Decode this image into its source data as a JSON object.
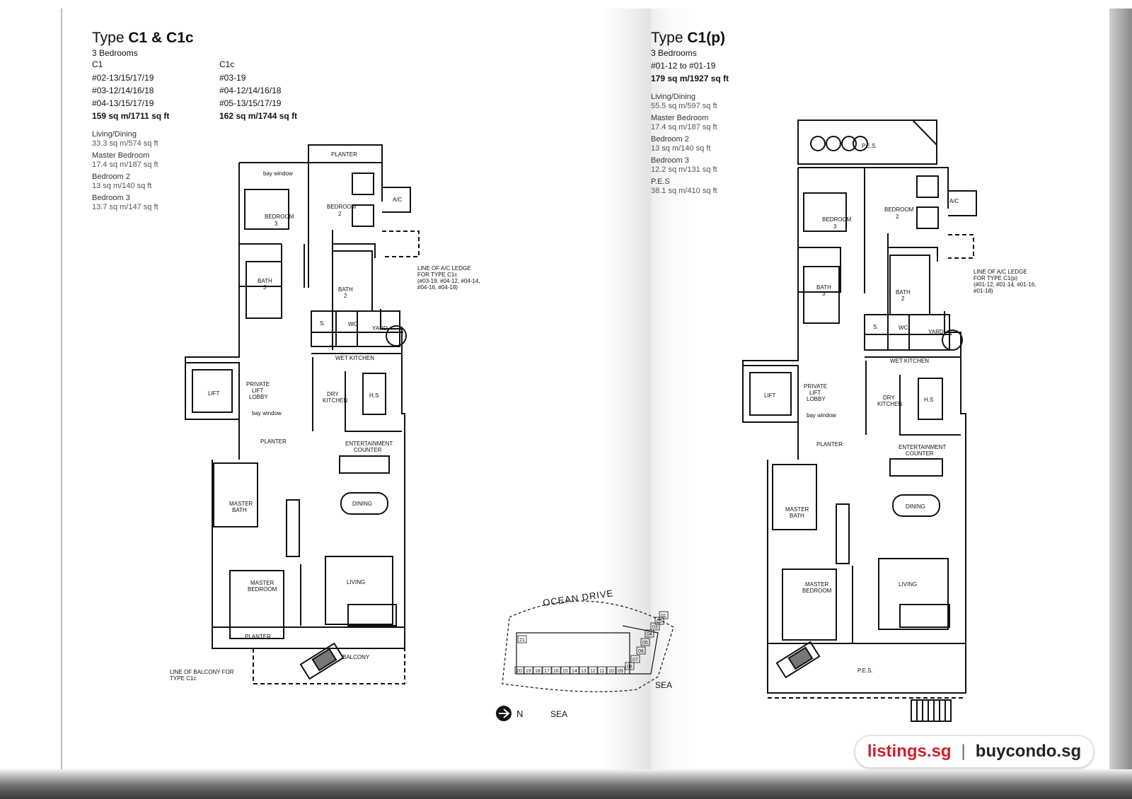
{
  "left": {
    "title_prefix": "Type",
    "title_bold": "C1 & C1c",
    "bedrooms": "3 Bedrooms",
    "c1": {
      "label": "C1",
      "units": [
        "#02-13/15/17/19",
        "#03-12/14/16/18",
        "#04-13/15/17/19"
      ],
      "size": "159 sq m/1711 sq ft"
    },
    "c1c": {
      "label": "C1c",
      "units": [
        "#03-19",
        "#04-12/14/16/18",
        "#05-13/15/17/19"
      ],
      "size": "162 sq m/1744 sq ft"
    },
    "areas": [
      {
        "room": "Living/Dining",
        "size": "33.3 sq m/574 sq ft"
      },
      {
        "room": "Master Bedroom",
        "size": "17.4 sq m/187 sq ft"
      },
      {
        "room": "Bedroom 2",
        "size": "13 sq m/140 sq ft"
      },
      {
        "room": "Bedroom 3",
        "size": "13.7 sq m/147 sq ft"
      }
    ],
    "plan": {
      "planter_top": "PLANTER",
      "bay_window": "bay window",
      "bedroom3": "BEDROOM",
      "bedroom3_num": "3",
      "bedroom2": "BEDROOM",
      "bedroom2_num": "2",
      "ac": "A/C",
      "bath3": "BATH",
      "bath3_num": "3",
      "bath2": "BATH",
      "bath2_num": "2",
      "ledge_note": [
        "LINE OF A/C LEDGE",
        "FOR TYPE C1c",
        "(#03-19, #04-12, #04-14,",
        "#04-16, #04-18)"
      ],
      "s": "S.",
      "wc": "WC",
      "yard": "YARD",
      "wet_kitchen": "WET KITCHEN",
      "lift": "LIFT",
      "private_lift_lobby": [
        "PRIVATE",
        "LIFT",
        "LOBBY"
      ],
      "dry_kitchen": [
        "DRY",
        "KITCHEN"
      ],
      "hs": "H.S",
      "bay_window2": "bay window",
      "planter_mid": "PLANTER",
      "entertainment": [
        "ENTERTAINMENT",
        "COUNTER"
      ],
      "master_bath": [
        "MASTER",
        "BATH"
      ],
      "dining": "DINING",
      "master_bedroom": [
        "MASTER",
        "BEDROOM"
      ],
      "living": "LIVING",
      "planter_bottom": "PLANTER",
      "balcony": "BALCONY",
      "balcony_note": [
        "LINE OF BALCONY FOR",
        "TYPE C1c"
      ]
    }
  },
  "site": {
    "ocean_drive": "OCEAN DRIVE",
    "sea_right": "SEA",
    "sea_bottom": "SEA",
    "north": "N",
    "units": [
      "21",
      "20",
      "19",
      "18",
      "17",
      "16",
      "15",
      "14",
      "13",
      "12",
      "11",
      "10",
      "09",
      "08",
      "07",
      "06",
      "05",
      "04",
      "03",
      "02",
      "01"
    ]
  },
  "right": {
    "title_prefix": "Type",
    "title_bold": "C1(p)",
    "bedrooms": "3 Bedrooms",
    "units": "#01-12 to #01-19",
    "size": "179 sq m/1927 sq ft",
    "areas": [
      {
        "room": "Living/Dining",
        "size": "55.5 sq m/597 sq ft"
      },
      {
        "room": "Master Bedroom",
        "size": "17.4 sq m/187 sq ft"
      },
      {
        "room": "Bedroom 2",
        "size": "13 sq m/140 sq ft"
      },
      {
        "room": "Bedroom 3",
        "size": "12.2 sq m/131 sq ft"
      },
      {
        "room": "P.E.S",
        "size": "38.1 sq m/410 sq ft"
      }
    ],
    "plan": {
      "pes_top": "P.E.S.",
      "bedroom3": "BEDROOM",
      "bedroom3_num": "3",
      "bedroom2": "BEDROOM",
      "bedroom2_num": "2",
      "ac": "A/C",
      "bath3": "BATH",
      "bath3_num": "3",
      "bath2": "BATH",
      "bath2_num": "2",
      "ledge_note": [
        "LINE OF A/C LEDGE",
        "FOR TYPE C1(p)",
        "(#01-12, #01-14, #01-16,",
        "#01-18)"
      ],
      "s": "S.",
      "wc": "WC",
      "yard": "YARD",
      "wet_kitchen": "WET KITCHEN",
      "lift": "LIFT",
      "private_lift_lobby": [
        "PRIVATE",
        "LIFT",
        "LOBBY"
      ],
      "dry_kitchen": [
        "DRY",
        "KITCHEN"
      ],
      "hs": "H.S",
      "bay_window": "bay window",
      "planter_mid": "PLANTER",
      "entertainment": [
        "ENTERTAINMENT",
        "COUNTER"
      ],
      "master_bath": [
        "MASTER",
        "BATH"
      ],
      "dining": "DINING",
      "master_bedroom": [
        "MASTER",
        "BEDROOM"
      ],
      "living": "LIVING",
      "pes_bottom": "P.E.S."
    }
  },
  "watermark": {
    "site_a": "listings.sg",
    "separator": "|",
    "site_b": "buycondo.sg"
  }
}
